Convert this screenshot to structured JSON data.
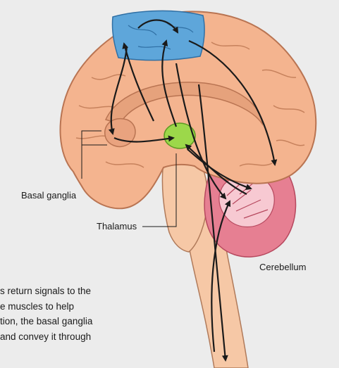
{
  "labels": {
    "basal_ganglia": "Basal ganglia",
    "thalamus": "Thalamus",
    "cerebellum": "Cerebellum"
  },
  "caption_lines": [
    "s return signals to the",
    "e muscles to help",
    "tion, the basal ganglia",
    " and convey it through"
  ],
  "colors": {
    "background": "#ececec",
    "cortex": "#f4b48f",
    "motor_cortex": "#5ea6da",
    "thalamus": "#9cd84a",
    "cerebellum": "#e67f92",
    "brainstem": "#f6c8a6",
    "arrows": "#1a1a1a"
  }
}
